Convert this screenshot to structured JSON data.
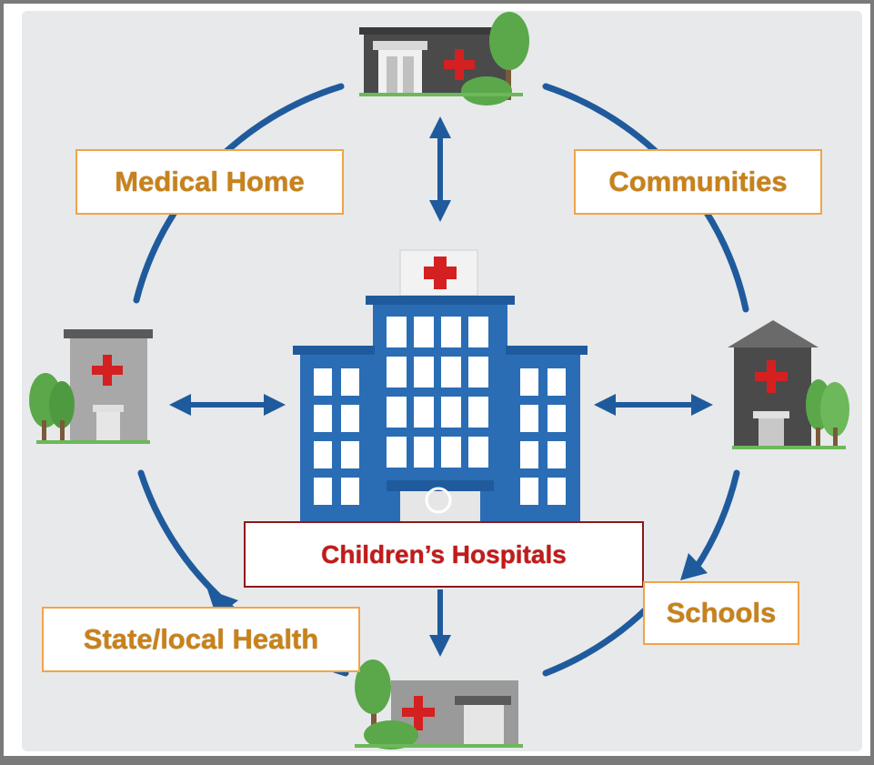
{
  "nodes": {
    "medical_home": "Medical Home",
    "communities": "Communities",
    "childrens_hospitals": "Children’s Hospitals",
    "schools": "Schools",
    "state_local_health": "State/local Health"
  },
  "colors": {
    "arrow": "#1f5b9c",
    "hospital_blue": "#2a6db5",
    "label_border": "#f0a44a",
    "label_text": "#c98219",
    "main_label_border": "#8b1a1a",
    "main_label_text": "#c41a1a",
    "cross_red": "#d42020",
    "tree_green": "#5aa84a",
    "background": "#e8e9eb"
  },
  "icons": [
    "hospital-icon",
    "clinic-icon",
    "tree-icon",
    "red-cross-icon"
  ]
}
